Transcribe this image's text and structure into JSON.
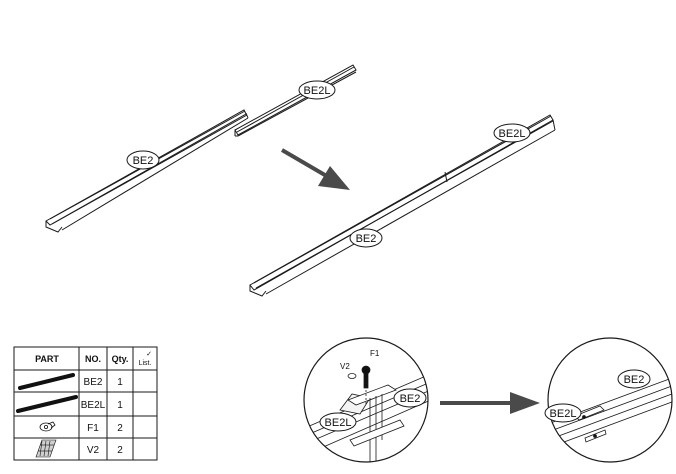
{
  "labels": {
    "top_left_be2": "BE2",
    "top_left_be2l": "BE2L",
    "top_right_be2": "BE2",
    "top_right_be2l": "BE2L",
    "detail_left_be2": "BE2",
    "detail_left_be2l": "BE2L",
    "detail_left_v2": "V2",
    "detail_left_f1": "F1",
    "detail_right_be2": "BE2",
    "detail_right_be2l": "BE2L"
  },
  "parts_table": {
    "headers": {
      "part": "PART",
      "no": "NO.",
      "qty": "Qty.",
      "list": "List."
    },
    "rows": [
      {
        "no": "BE2",
        "qty": "1",
        "icon": "long-rail-icon"
      },
      {
        "no": "BE2L",
        "qty": "1",
        "icon": "long-rail-icon"
      },
      {
        "no": "F1",
        "qty": "2",
        "icon": "nut-icon"
      },
      {
        "no": "V2",
        "qty": "2",
        "icon": "screw-icon"
      }
    ],
    "check_mark": "✓"
  }
}
